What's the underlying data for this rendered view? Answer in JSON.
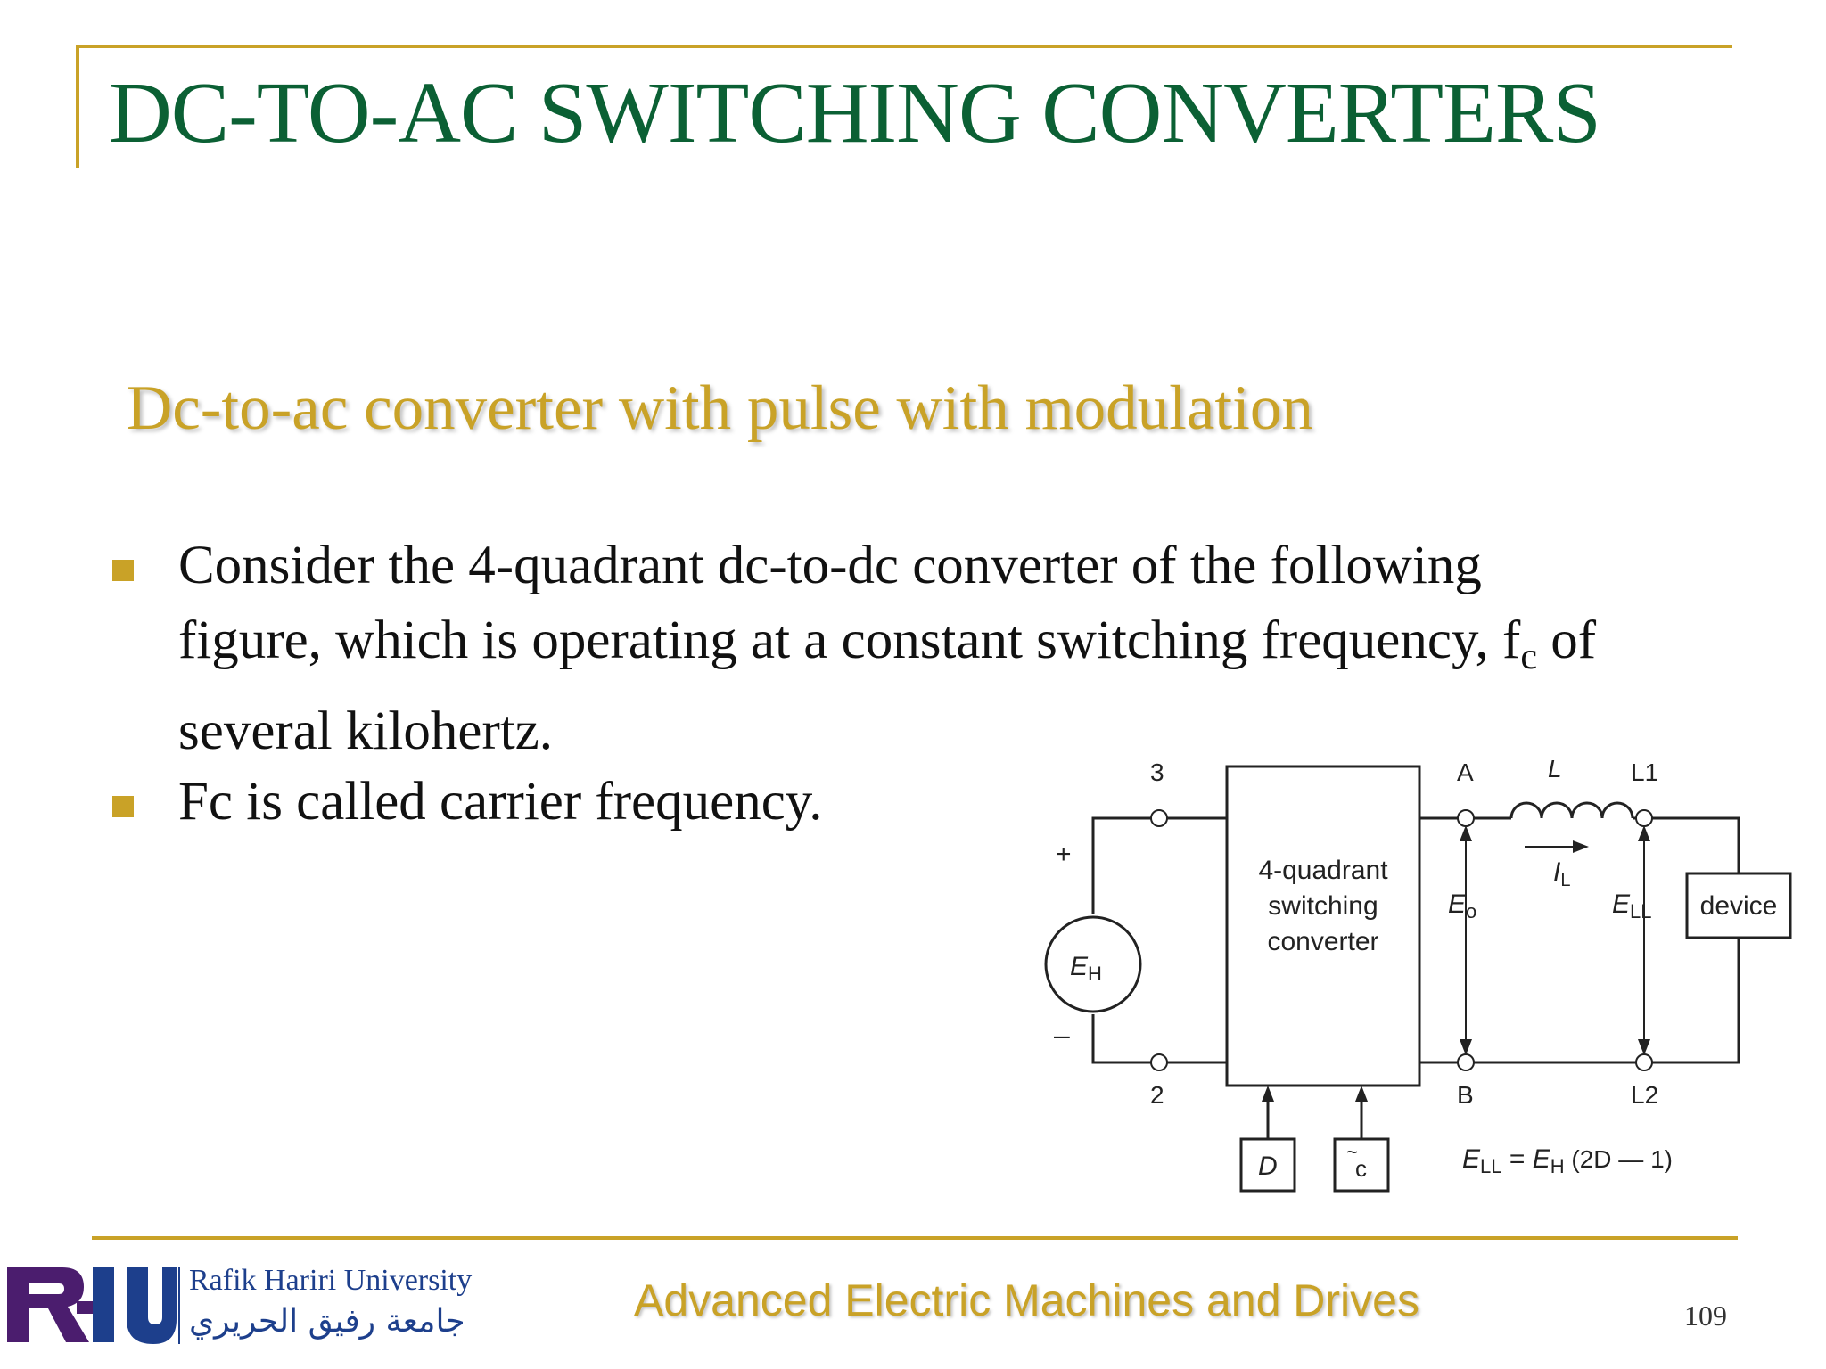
{
  "slide": {
    "title": "DC-TO-AC SWITCHING CONVERTERS",
    "subtitle": "Dc-to-ac converter with pulse with modulation",
    "bullets": [
      {
        "line1": "Consider the 4-quadrant dc-to-dc converter of the following",
        "line2_pre": "figure, which is operating at a constant switching frequency, f",
        "line2_sub": "c",
        "line2_post": " of",
        "line3": "several kilohertz."
      },
      {
        "text": "Fc is called carrier frequency."
      }
    ]
  },
  "figure": {
    "node_3": "3",
    "node_2": "2",
    "node_A": "A",
    "node_B": "B",
    "node_L1": "L1",
    "node_L2": "L2",
    "inductor_label": "L",
    "current_label": "I",
    "current_sub": "L",
    "plus": "+",
    "minus": "–",
    "source_label": "E",
    "source_sub": "H",
    "converter_line1": "4-quadrant",
    "converter_line2": "switching",
    "converter_line3": "converter",
    "eo_label": "E",
    "eo_sub": "o",
    "ell_label": "E",
    "ell_sub": "LL",
    "device_label": "device",
    "input_d": "D",
    "input_c": "c",
    "input_c_mark": "~",
    "equation": {
      "lhs": "E",
      "lhs_sub": "LL",
      "eq": " = ",
      "rhs": "E",
      "rhs_sub": "H",
      "rest": " (2D — 1)"
    }
  },
  "footer": {
    "course": "Advanced Electric Machines and Drives",
    "page": "109",
    "logo_letters": "RHU",
    "university_en": "Rafik Hariri University",
    "university_ar": "جامعة رفيق الحريري"
  },
  "colors": {
    "title_green": "#0b6034",
    "gold": "#c9a227",
    "logo_purple": "#4b1d6e",
    "logo_blue": "#1d3f8c"
  }
}
